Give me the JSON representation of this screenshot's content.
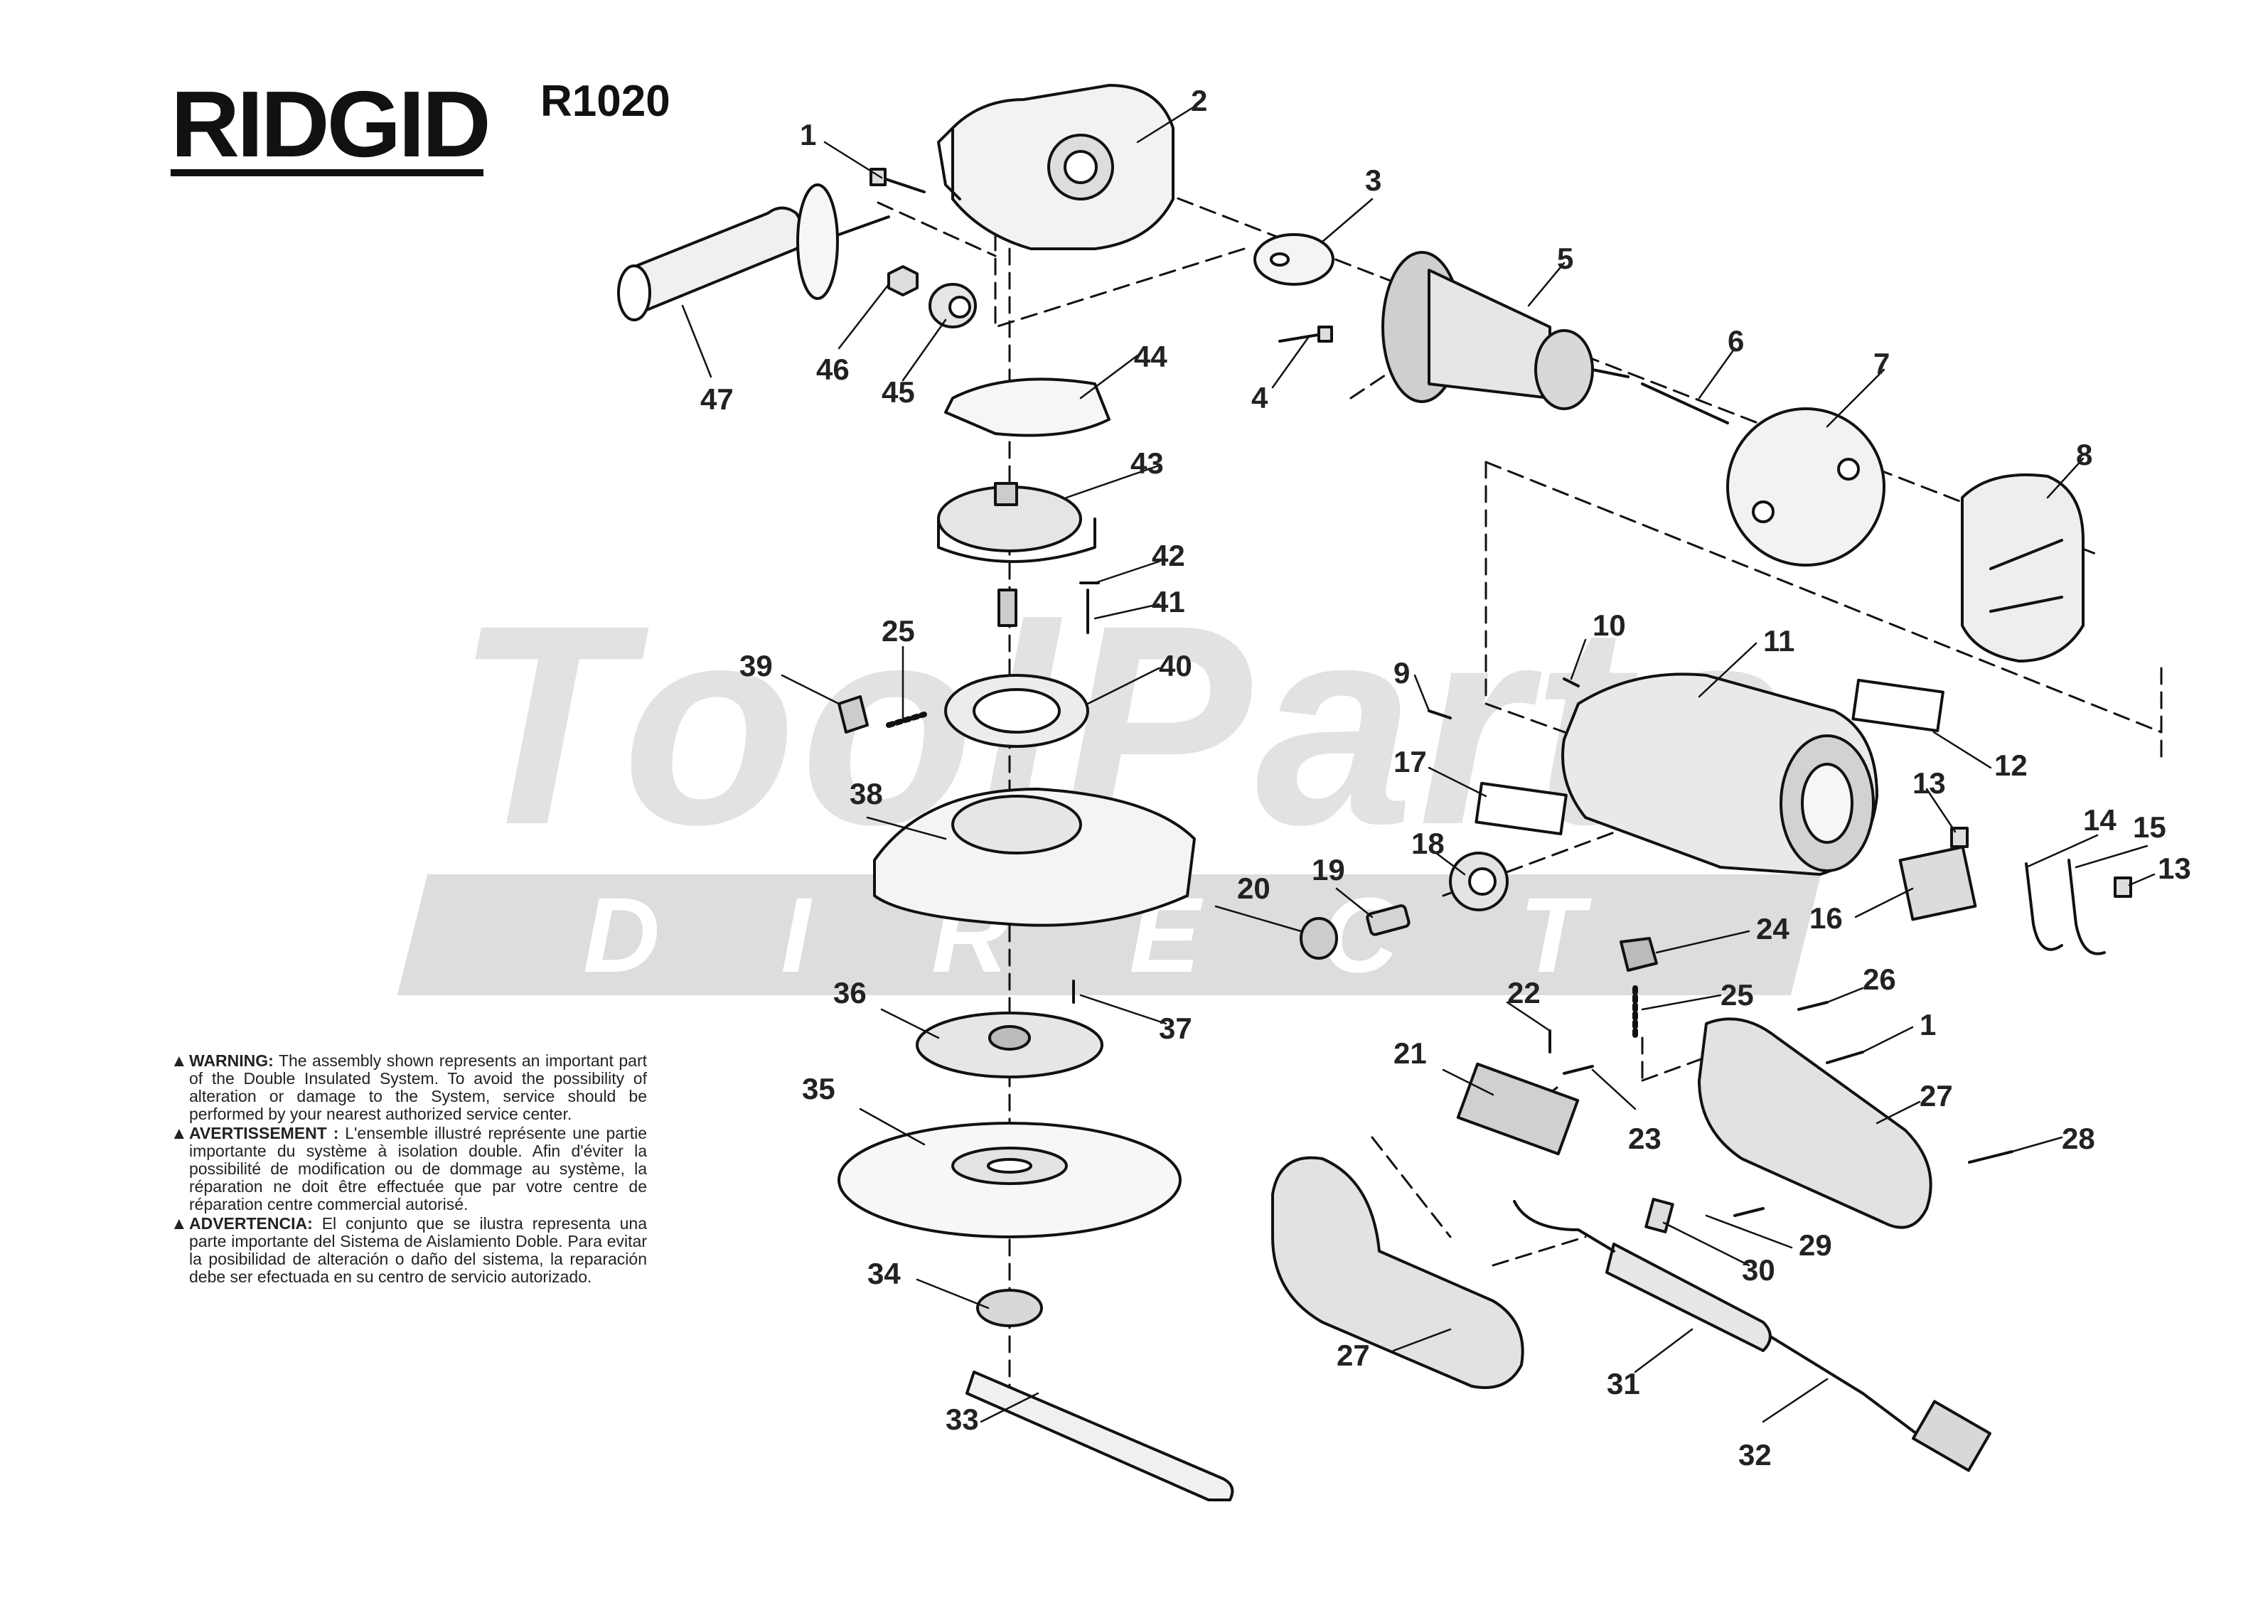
{
  "brand": "RIDGID",
  "model": "R1020",
  "watermark": {
    "top": "ToolParts",
    "bottom": "DIRECT"
  },
  "part_numbers": [
    "1",
    "2",
    "3",
    "4",
    "5",
    "6",
    "7",
    "8",
    "9",
    "10",
    "11",
    "12",
    "13",
    "14",
    "15",
    "16",
    "17",
    "18",
    "19",
    "20",
    "21",
    "22",
    "23",
    "24",
    "25",
    "26",
    "27",
    "28",
    "29",
    "30",
    "31",
    "32",
    "33",
    "34",
    "35",
    "36",
    "37",
    "38",
    "39",
    "40",
    "41",
    "42",
    "43",
    "44",
    "45",
    "46",
    "47"
  ],
  "callouts": {
    "n1a": "1",
    "n2": "2",
    "n3": "3",
    "n4": "4",
    "n5": "5",
    "n6": "6",
    "n7": "7",
    "n8": "8",
    "n9": "9",
    "n10": "10",
    "n11": "11",
    "n12": "12",
    "n13a": "13",
    "n13b": "13",
    "n14": "14",
    "n15": "15",
    "n16": "16",
    "n17": "17",
    "n18": "18",
    "n19": "19",
    "n20": "20",
    "n21": "21",
    "n22": "22",
    "n23": "23",
    "n24": "24",
    "n25a": "25",
    "n25b": "25",
    "n26": "26",
    "n1b": "1",
    "n27a": "27",
    "n27b": "27",
    "n28": "28",
    "n29": "29",
    "n30": "30",
    "n31": "31",
    "n32": "32",
    "n33": "33",
    "n34": "34",
    "n35": "35",
    "n36": "36",
    "n37": "37",
    "n38": "38",
    "n39": "39",
    "n40": "40",
    "n41": "41",
    "n42": "42",
    "n43": "43",
    "n44": "44",
    "n45": "45",
    "n46": "46",
    "n47": "47"
  },
  "warnings": [
    {
      "symbol": "▲",
      "heading": "WARNING:",
      "text": " The assembly shown represents an important part of the Double Insulated System. To avoid the possibility of alteration or damage to the System, service should be performed by your nearest authorized service center."
    },
    {
      "symbol": "▲",
      "heading": "AVERTISSEMENT :",
      "text": " L'ensemble illustré représente une partie importante du système à isolation double. Afin d'éviter la possibilité de modification ou de dommage au système, la réparation ne doit être effectuée que par votre centre de réparation centre commercial autorisé."
    },
    {
      "symbol": "▲",
      "heading": "ADVERTENCIA:",
      "text": " El conjunto que se ilustra representa una parte importante del Sistema de Aislamiento Doble. Para evitar la posibilidad de alteración o daño del sistema, la reparación debe ser efectuada en su centro de servicio autorizado."
    }
  ]
}
